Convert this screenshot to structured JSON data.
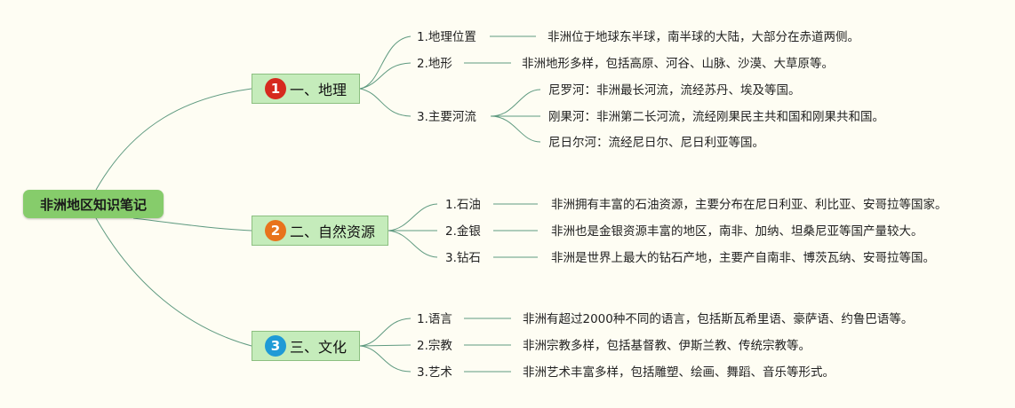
{
  "root": {
    "title": "非洲地区知识笔记"
  },
  "branches": [
    {
      "number": "1",
      "badge_color": "#d62a1e",
      "title": "一、地理",
      "items": [
        {
          "label": "1.地理位置",
          "details": [
            "非洲位于地球东半球，南半球的大陆，大部分在赤道两侧。"
          ]
        },
        {
          "label": "2.地形",
          "details": [
            "非洲地形多样，包括高原、河谷、山脉、沙漠、大草原等。"
          ]
        },
        {
          "label": "3.主要河流",
          "details": [
            "尼罗河：非洲最长河流，流经苏丹、埃及等国。",
            "刚果河：非洲第二长河流，流经刚果民主共和国和刚果共和国。",
            "尼日尔河：流经尼日尔、尼日利亚等国。"
          ]
        }
      ]
    },
    {
      "number": "2",
      "badge_color": "#e8731c",
      "title": "二、自然资源",
      "items": [
        {
          "label": "1.石油",
          "details": [
            "非洲拥有丰富的石油资源，主要分布在尼日利亚、利比亚、安哥拉等国家。"
          ]
        },
        {
          "label": "2.金银",
          "details": [
            "非洲也是金银资源丰富的地区，南非、加纳、坦桑尼亚等国产量较大。"
          ]
        },
        {
          "label": "3.钻石",
          "details": [
            "非洲是世界上最大的钻石产地，主要产自南非、博茨瓦纳、安哥拉等国。"
          ]
        }
      ]
    },
    {
      "number": "3",
      "badge_color": "#1f9ad6",
      "title": "三、文化",
      "items": [
        {
          "label": "1.语言",
          "details": [
            "非洲有超过2000种不同的语言，包括斯瓦希里语、豪萨语、约鲁巴语等。"
          ]
        },
        {
          "label": "2.宗教",
          "details": [
            "非洲宗教多样，包括基督教、伊斯兰教、传统宗教等。"
          ]
        },
        {
          "label": "3.艺术",
          "details": [
            "非洲艺术丰富多样，包括雕塑、绘画、舞蹈、音乐等形式。"
          ]
        }
      ]
    }
  ],
  "colors": {
    "line": "#5f9a80",
    "branch_fill": "#c5ecbb",
    "root_fill": "#86cc6b"
  }
}
